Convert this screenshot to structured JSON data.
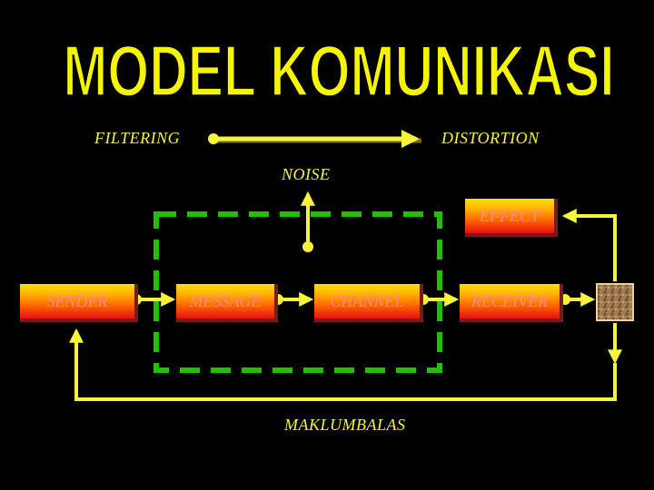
{
  "title": "MODEL KOMUNIKASI",
  "labels": {
    "filtering": "FILTERING",
    "distortion": "DISTORTION",
    "noise": "NOISE",
    "maklumbalas": "MAKLUMBALAS"
  },
  "boxes": {
    "sender": "SENDER",
    "message": "MESSAGE",
    "channel": "CHANNEL",
    "receiver": "RECEIVER",
    "effect": "EFFECT"
  },
  "colors": {
    "background": "#000000",
    "title_fill": "#f5f500",
    "arrow": "#f7f43a",
    "dashed_box": "#22c000"
  }
}
